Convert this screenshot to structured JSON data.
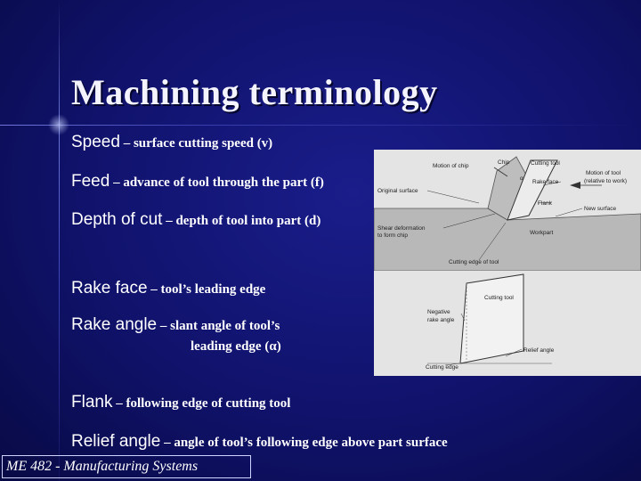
{
  "slide": {
    "title": "Machining terminology",
    "terms": [
      {
        "name": "Speed",
        "desc": " – surface cutting speed (v)"
      },
      {
        "name": "Feed",
        "desc": " – advance of tool through the part (f)"
      },
      {
        "name": "Depth of cut",
        "desc": " – depth of tool into part (d)"
      },
      {
        "name": "Rake face",
        "desc": " – tool’s leading edge"
      },
      {
        "name": "Rake angle",
        "desc": " – slant angle of tool’s"
      },
      {
        "name": "Flank",
        "desc": " – following edge of cutting tool"
      },
      {
        "name": "Relief angle",
        "desc": " – angle of tool’s following edge above part surface"
      }
    ],
    "rake_angle_cont": "leading edge (α)",
    "footer": "ME 482 - Manufacturing Systems"
  },
  "figure_top": {
    "labels": {
      "chip": "Chip",
      "motion_of_chip": "Motion of chip",
      "cutting_tool": "Cutting tool",
      "motion_of_tool": "Motion of tool",
      "relative_to_work": "(relative to work)",
      "rake_face": "Rake face",
      "alpha": "α",
      "original_surface": "Original surface",
      "flank": "Flank",
      "new_surface": "New surface",
      "shear_deformation_1": "Shear deformation",
      "shear_deformation_2": "to form chip",
      "workpart": "Workpart",
      "cutting_edge": "Cutting edge of tool"
    }
  },
  "figure_bottom": {
    "labels": {
      "cutting_tool": "Cutting tool",
      "negative_1": "Negative",
      "negative_2": "rake angle",
      "relief_angle": "Relief angle",
      "cutting_edge": "Cutting edge"
    }
  },
  "colors": {
    "background": "#10126b",
    "text": "#ffffff",
    "figure_bg": "#e4e4e4"
  }
}
